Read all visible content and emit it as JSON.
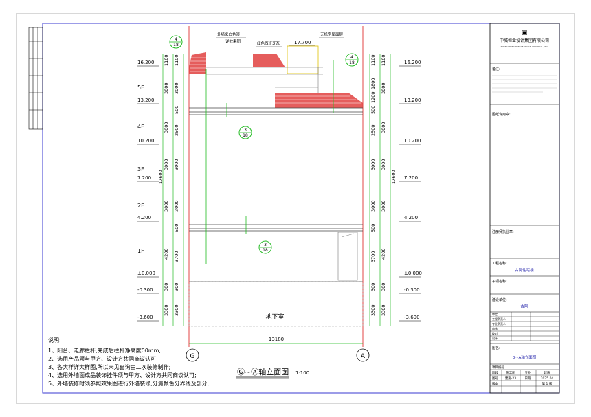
{
  "drawing": {
    "title": "Ⓖ~Ⓐ轴立面图",
    "scale": "1:100",
    "basement_label": "地下室",
    "total_width": "13180",
    "axis_left": "G",
    "axis_right": "A"
  },
  "callouts": {
    "roof_note_1": "外墙米白色漆",
    "roof_note_2": "详效果图",
    "tile_note": "红色西班牙瓦",
    "stair_note": "无机房屋面层",
    "top_elev": "17.700",
    "detail_top_num": "4",
    "detail_top_den": "18",
    "detail_mid_num": "3",
    "detail_mid_den": "18"
  },
  "floors": [
    "5F",
    "4F",
    "3F",
    "2F",
    "1F"
  ],
  "elevations": {
    "e16": "16.200",
    "e13": "13.200",
    "e10": "10.200",
    "e7": "7.200",
    "e4": "4.200",
    "e0": "±0.000",
    "em03": "-0.300",
    "em36": "-3.600"
  },
  "dims": {
    "d1100": "1100",
    "d3000": "3000",
    "d500": "500",
    "d2500": "2500",
    "d4200": "4200",
    "d3700": "3700",
    "d300": "300",
    "d3300": "3300",
    "d17600": "17600",
    "d1800": "1800",
    "d1200": "1200"
  },
  "notes": {
    "heading": "说明:",
    "items": [
      "1、阳台、走廊栏杆,完成后栏杆净高度00mm;",
      "2、选用产品须与甲方、设计方共同商议认可;",
      "3、各大样详大样图,所以未见窗询由二次装修制作;",
      "4、选用外墙面成品装饰挂件须与甲方、设计方共同商议认可;",
      "5、外墙装修时须参照效果图进行外墙装修,分清颜色分界线及部分;"
    ]
  },
  "title_block": {
    "company": "中城恒业设计集团有限公司",
    "company_en": "ZHONGCHENG HENGYE DESIGN GROUP CO., LTD.",
    "section_notes": "备注:",
    "section_special": "图纸专用章:",
    "section_reg": "注册师执业章:",
    "project_name_label": "工程名称:",
    "project_name": "古阿住宅楼",
    "subproject_label": "子项名称:",
    "client_label": "建设单位:",
    "client": "古阿",
    "roles": [
      "审定",
      "工程负责人",
      "专业负责人",
      "审核",
      "校对",
      "设计"
    ],
    "drawing_name_label": "图名:",
    "drawing_name": "G~A轴立面图",
    "project_no_label": "项目编号",
    "design_stage": "施工图",
    "discipline": "建施",
    "drawing_no": "建施-23",
    "date": "2025.04",
    "version": "第 1 版",
    "col_stage": "阶段",
    "col_discipline": "专业",
    "col_drawing_no": "图号",
    "col_date": "日期",
    "col_version": "版本"
  }
}
